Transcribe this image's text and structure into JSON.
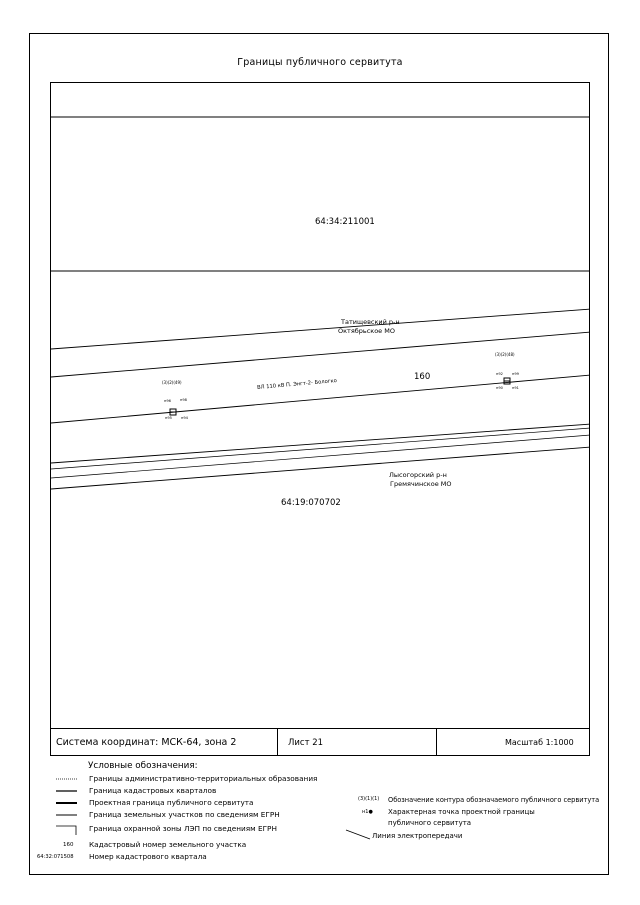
{
  "title": "Границы публичного сервитута",
  "map": {
    "quarter_top": "64:34:211001",
    "district_top_line1": "Татищевский р-н",
    "district_top_line2": "Октябрьское МО",
    "parcel_number": "160",
    "power_line_label": "ВЛ 110 кВ П. Энгт-2- Бологко",
    "district_bottom_line1": "Лысогорский р-н",
    "district_bottom_line2": "Гремячинское МО",
    "quarter_bottom": "64:19:070702",
    "contour_left": "(3)(2)(49)",
    "contour_right": "(3)(2)(48)",
    "pt_left": [
      "н96",
      "н98",
      "н95",
      "н94"
    ],
    "pt_right": [
      "н92",
      "н99",
      "н90",
      "н91"
    ]
  },
  "footer": {
    "coord_system": "Система координат: МСК-64, зона 2",
    "sheet": "Лист 21",
    "scale": "Масштаб 1:1000"
  },
  "legend": {
    "title": "Условные обозначения:",
    "items": [
      "Границы административно-территориальных образования",
      "Граница кадастровых кварталов",
      "Проектная граница публичного сервитута",
      "Граница земельных участков по сведениям ЕГРН",
      "Граница охранной зоны ЛЭП по сведениям ЕГРН"
    ],
    "parcel_sample": "160",
    "parcel_text": "Кадастровый номер земельного участка",
    "quarter_sample": "64:32:071508",
    "quarter_text": "Номер кадастрового квартала",
    "contour_sample": "(3)(1)(1)",
    "contour_text": "Обозначение контура обозначаемого публичного сервитута",
    "point_sample": "н1●",
    "point_text_line1": "Характерная точка проектной границы",
    "point_text_line2": "публичного сервитута",
    "power_text": "Линия электропередачи"
  }
}
